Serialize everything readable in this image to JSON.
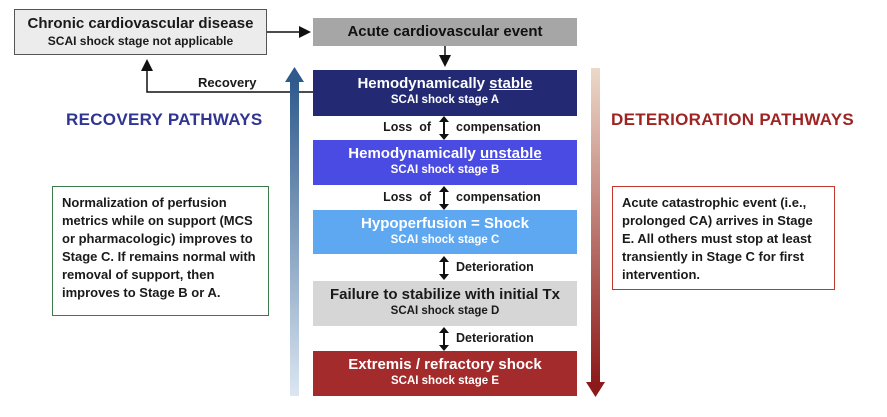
{
  "chronic": {
    "title": "Chronic cardiovascular disease",
    "subtitle": "SCAI shock stage not applicable"
  },
  "header": {
    "acute_event": "Acute cardiovascular event"
  },
  "stages": {
    "a": {
      "title_prefix": "Hemodynamically ",
      "title_emph": "stable",
      "subtitle": "SCAI shock stage A",
      "color": "#232a73"
    },
    "b": {
      "title_prefix": "Hemodynamically ",
      "title_emph": "unstable",
      "subtitle": "SCAI shock stage B",
      "color": "#4a4be2"
    },
    "c": {
      "title": "Hypoperfusion = Shock",
      "subtitle": "SCAI shock stage C",
      "color": "#5ea8f1"
    },
    "d": {
      "title": "Failure to stabilize with initial Tx",
      "subtitle": "SCAI shock stage D",
      "color": "#d6d6d6"
    },
    "e": {
      "title": "Extremis / refractory shock",
      "subtitle": "SCAI shock stage E",
      "color": "#a32b2b"
    }
  },
  "connectors": {
    "ab": {
      "left": "Loss  of",
      "right": "compensation"
    },
    "bc": {
      "left": "Loss  of",
      "right": "compensation"
    },
    "cd": {
      "right": "Deterioration"
    },
    "de": {
      "right": "Deterioration"
    }
  },
  "recovery": {
    "title": "RECOVERY PATHWAYS",
    "arrow_label": "Recovery",
    "note": "Normalization of perfusion metrics while on support (MCS or pharmacologic) improves to Stage C. If remains normal with removal of support, then improves to Stage B or A.",
    "color": "#2f3590"
  },
  "deterioration": {
    "title": "DETERIORATION PATHWAYS",
    "note": "Acute catastrophic event (i.e., prolonged CA) arrives in Stage E. All others must stop at least transiently in Stage C for first intervention.",
    "color": "#9e2424"
  }
}
